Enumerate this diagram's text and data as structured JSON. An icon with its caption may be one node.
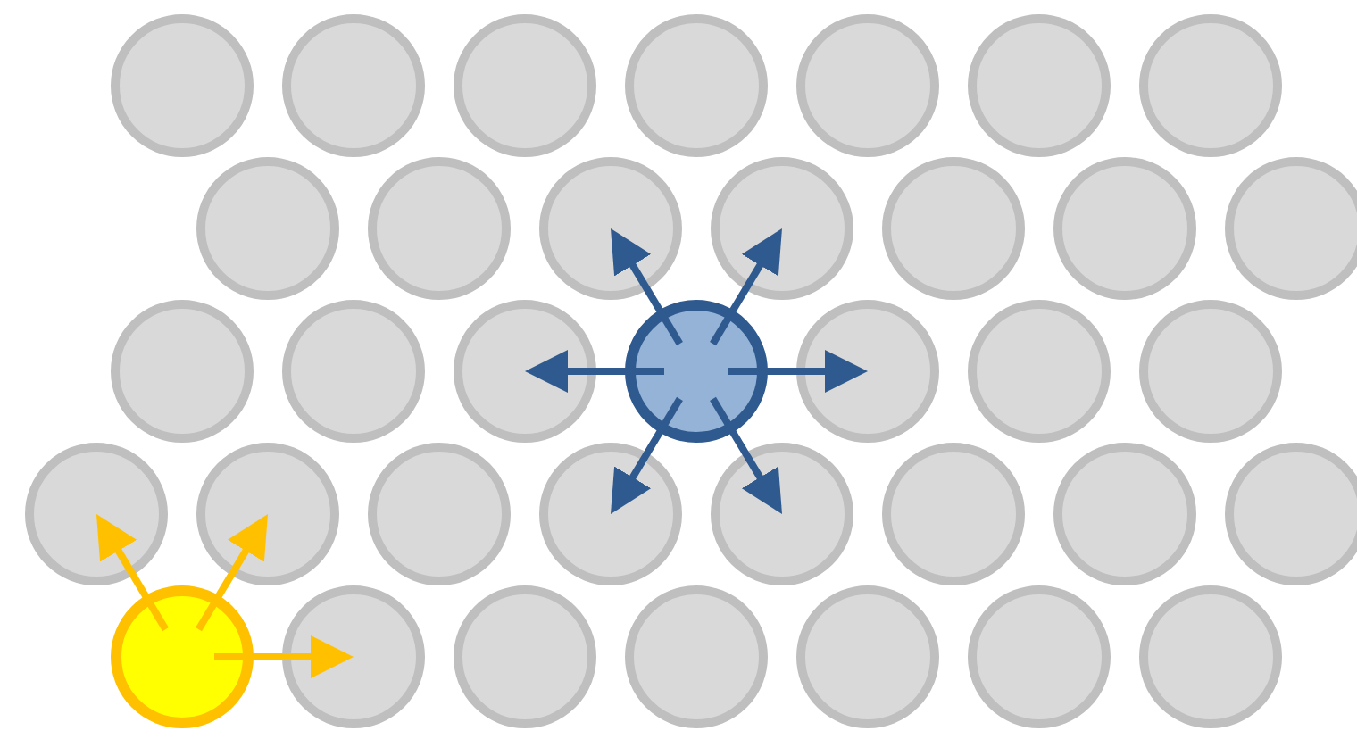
{
  "diagram": {
    "nodes": [
      {
        "text": [],
        "shape": "circle"
      },
      {
        "text": [],
        "shape": "circle"
      },
      {
        "text": [],
        "shape": "circle"
      },
      {
        "text": [],
        "shape": "circle"
      },
      {
        "text": [],
        "shape": "circle"
      },
      {
        "text": [],
        "shape": "circle"
      },
      {
        "text": [],
        "shape": "circle"
      },
      {
        "text": [],
        "shape": "circle"
      },
      {
        "text": [],
        "shape": "circle"
      },
      {
        "text": [],
        "shape": "circle"
      },
      {
        "text": [],
        "shape": "circle"
      },
      {
        "text": [],
        "shape": "circle"
      },
      {
        "text": [],
        "shape": "circle"
      },
      {
        "text": [],
        "shape": "circle"
      },
      {
        "text": [],
        "shape": "circle"
      },
      {
        "text": [],
        "shape": "circle"
      },
      {
        "text": [],
        "shape": "circle"
      },
      {
        "text": [],
        "shape": "circle"
      },
      {
        "text": [],
        "shape": "circle"
      },
      {
        "text": [],
        "shape": "circle"
      },
      {
        "text": [],
        "shape": "circle"
      },
      {
        "text": [],
        "shape": "circle"
      },
      {
        "text": [],
        "shape": "circle"
      },
      {
        "text": [],
        "shape": "circle"
      },
      {
        "text": [],
        "shape": "circle"
      },
      {
        "text": [],
        "shape": "circle"
      },
      {
        "text": [],
        "shape": "circle"
      },
      {
        "text": [],
        "shape": "circle"
      },
      {
        "text": [],
        "shape": "circle"
      },
      {
        "text": [],
        "shape": "circle"
      },
      {
        "text": [],
        "shape": "circle"
      },
      {
        "text": [],
        "shape": "circle"
      },
      {
        "text": [],
        "shape": "circle"
      },
      {
        "text": [],
        "shape": "circle"
      },
      {
        "text": [],
        "shape": "circle"
      },
      {
        "text": [],
        "shape": "circle"
      }
    ],
    "edges": [
      {
        "from": 17,
        "to": 9,
        "arrow": "to"
      },
      {
        "from": 17,
        "to": 10,
        "arrow": "to"
      },
      {
        "from": 17,
        "to": 16,
        "arrow": "to"
      },
      {
        "from": 17,
        "to": 18,
        "arrow": "to"
      },
      {
        "from": 17,
        "to": 24,
        "arrow": "to"
      },
      {
        "from": 17,
        "to": 25,
        "arrow": "to"
      },
      {
        "from": 29,
        "to": 21,
        "arrow": "to",
        "color": "#ffc000"
      },
      {
        "from": 29,
        "to": 22,
        "arrow": "to",
        "color": "#ffc000"
      },
      {
        "from": 29,
        "to": 30,
        "arrow": "to",
        "color": "#ffc000"
      }
    ]
  }
}
